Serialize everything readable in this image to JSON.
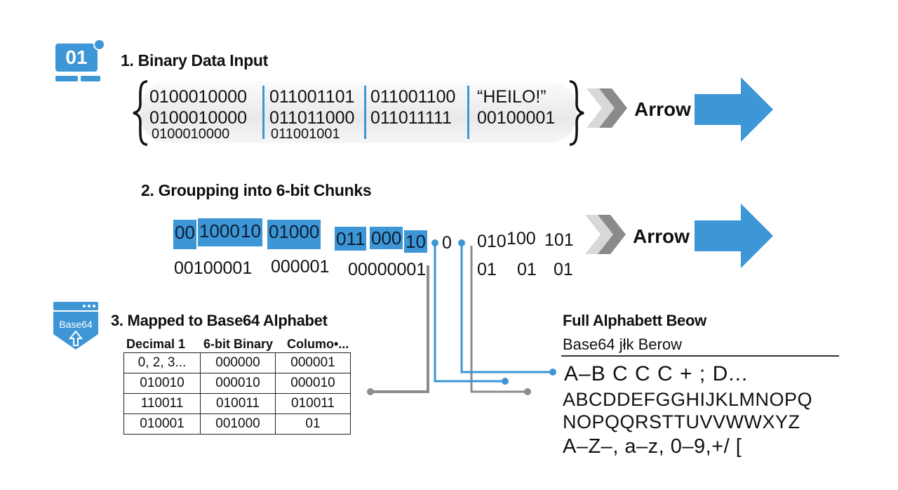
{
  "section1": {
    "icon_text": "01",
    "title": "1. Binary Data Input",
    "row1": [
      "0100010000",
      "011001101",
      "011001100",
      "“HEILO!”"
    ],
    "row2": [
      "0100010000",
      "011011000",
      "011011111",
      "00100001"
    ],
    "row3": [
      "0100010000",
      "011001001"
    ],
    "arrow_label": "Arrow"
  },
  "section2": {
    "title": "2. Groupping into 6-bit Chunks",
    "chunks": [
      "00",
      "1000",
      "10",
      "01000",
      "011",
      "000",
      "10"
    ],
    "trail": [
      "0",
      "010",
      "100",
      "101"
    ],
    "second_row": [
      "00100001",
      "000001",
      "00000001",
      "01",
      "01",
      "01"
    ],
    "arrow_label": "Arrow"
  },
  "section3": {
    "icon_text": "Base64",
    "title": "3. Mapped to Base64 Alphabet",
    "headers": [
      "Decimal 1",
      "6-bit Binary",
      "Columo•..."
    ],
    "rows": [
      [
        "0, 2, 3...",
        "000000",
        "000001"
      ],
      [
        "010010",
        "000010",
        "000010"
      ],
      [
        "110011",
        "010011",
        "010011"
      ],
      [
        "010001",
        "001000",
        "01"
      ]
    ]
  },
  "alphabet": {
    "title": "Full Alphabett Beow",
    "subtitle": "Base64 jłk Berow",
    "lines": [
      "A–B  C  C  C  +  ;  D...",
      "ABCDDEFGGHIJKLMNOPQ",
      "NOPQQRSTTUVVWWXYZ",
      "A–Z–, a–z, 0–9,+/ ["
    ]
  },
  "colors": {
    "accent": "#3d96d6",
    "chevron": "#8a8a8a",
    "connector_gray": "#8c8c8c"
  }
}
